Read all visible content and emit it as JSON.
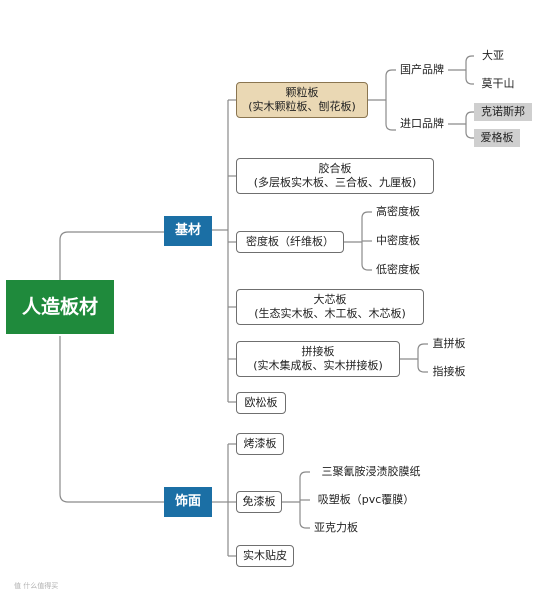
{
  "root": "人造板材",
  "base": {
    "label": "基材",
    "particleboard": {
      "line1": "颗粒板",
      "line2": "(实木颗粒板、刨花板)"
    },
    "domestic": "国产品牌",
    "dom_brands": [
      "大亚",
      "莫干山"
    ],
    "imported": "进口品牌",
    "imp_brands": [
      "克诺斯邦",
      "爱格板"
    ],
    "plywood": {
      "line1": "胶合板",
      "line2": "(多层板实木板、三合板、九厘板)"
    },
    "mdf": "密度板（纤维板）",
    "densities": [
      "高密度板",
      "中密度板",
      "低密度板"
    ],
    "blockboard": {
      "line1": "大芯板",
      "line2": "(生态实木板、木工板、木芯板)"
    },
    "finger": {
      "line1": "拼接板",
      "line2": "(实木集成板、实木拼接板)"
    },
    "finger_types": [
      "直拼板",
      "指接板"
    ],
    "osb": "欧松板"
  },
  "finish": {
    "label": "饰面",
    "paint": "烤漆板",
    "nopaint": "免漆板",
    "nopaint_types": [
      "三聚氰胺浸渍胶膜纸",
      "吸塑板（pvc覆膜）",
      "亚克力板"
    ],
    "veneer": "实木贴皮"
  },
  "watermark": "值 什么值得买"
}
